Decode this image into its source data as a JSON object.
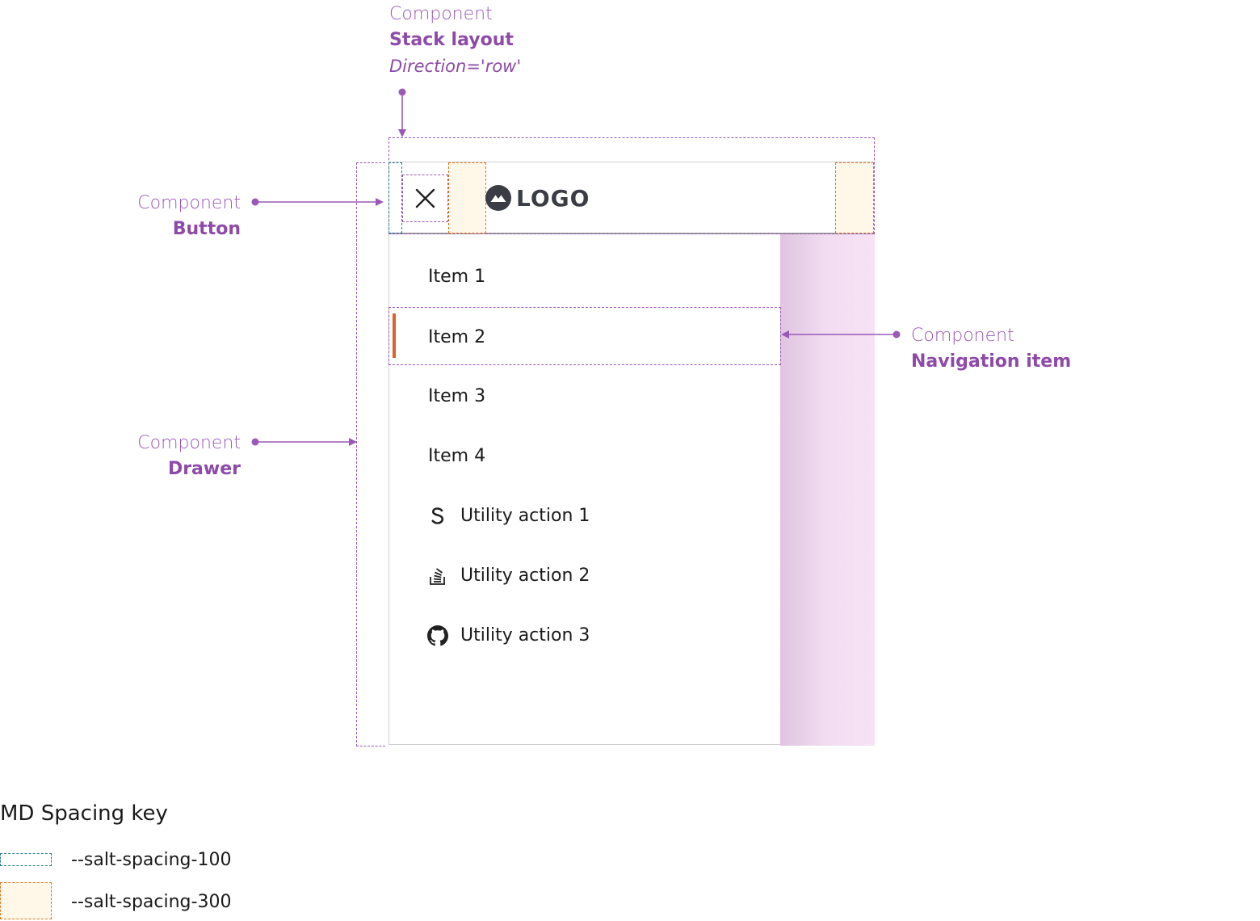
{
  "annotations": {
    "stack_layout": {
      "kind": "Component",
      "name": "Stack layout",
      "prop": "Direction='row'"
    },
    "button": {
      "kind": "Component",
      "name": "Button"
    },
    "drawer": {
      "kind": "Component",
      "name": "Drawer"
    },
    "navigation_item": {
      "kind": "Component",
      "name": "Navigation item"
    }
  },
  "drawer": {
    "logo_text": "LOGO",
    "close_icon": "close-icon",
    "logo_icon": "mountain-logo-icon",
    "nav_items": [
      {
        "label": "Item 1",
        "active": false
      },
      {
        "label": "Item 2",
        "active": true
      },
      {
        "label": "Item 3",
        "active": false
      },
      {
        "label": "Item 4",
        "active": false
      }
    ],
    "utility_actions": [
      {
        "label": "Utility action 1",
        "icon": "s-brand-icon"
      },
      {
        "label": "Utility action 2",
        "icon": "stack-overflow-icon"
      },
      {
        "label": "Utility action 3",
        "icon": "github-icon"
      }
    ]
  },
  "spacing_key": {
    "title": "MD Spacing key",
    "items": [
      {
        "label": "--salt-spacing-100",
        "color": "#2a7d8c"
      },
      {
        "label": "--salt-spacing-300",
        "color": "#e2731e"
      }
    ]
  },
  "colors": {
    "annotation": "#9b59b6",
    "active_indicator": "#d9642a",
    "overlay": "#f4dcf2"
  }
}
